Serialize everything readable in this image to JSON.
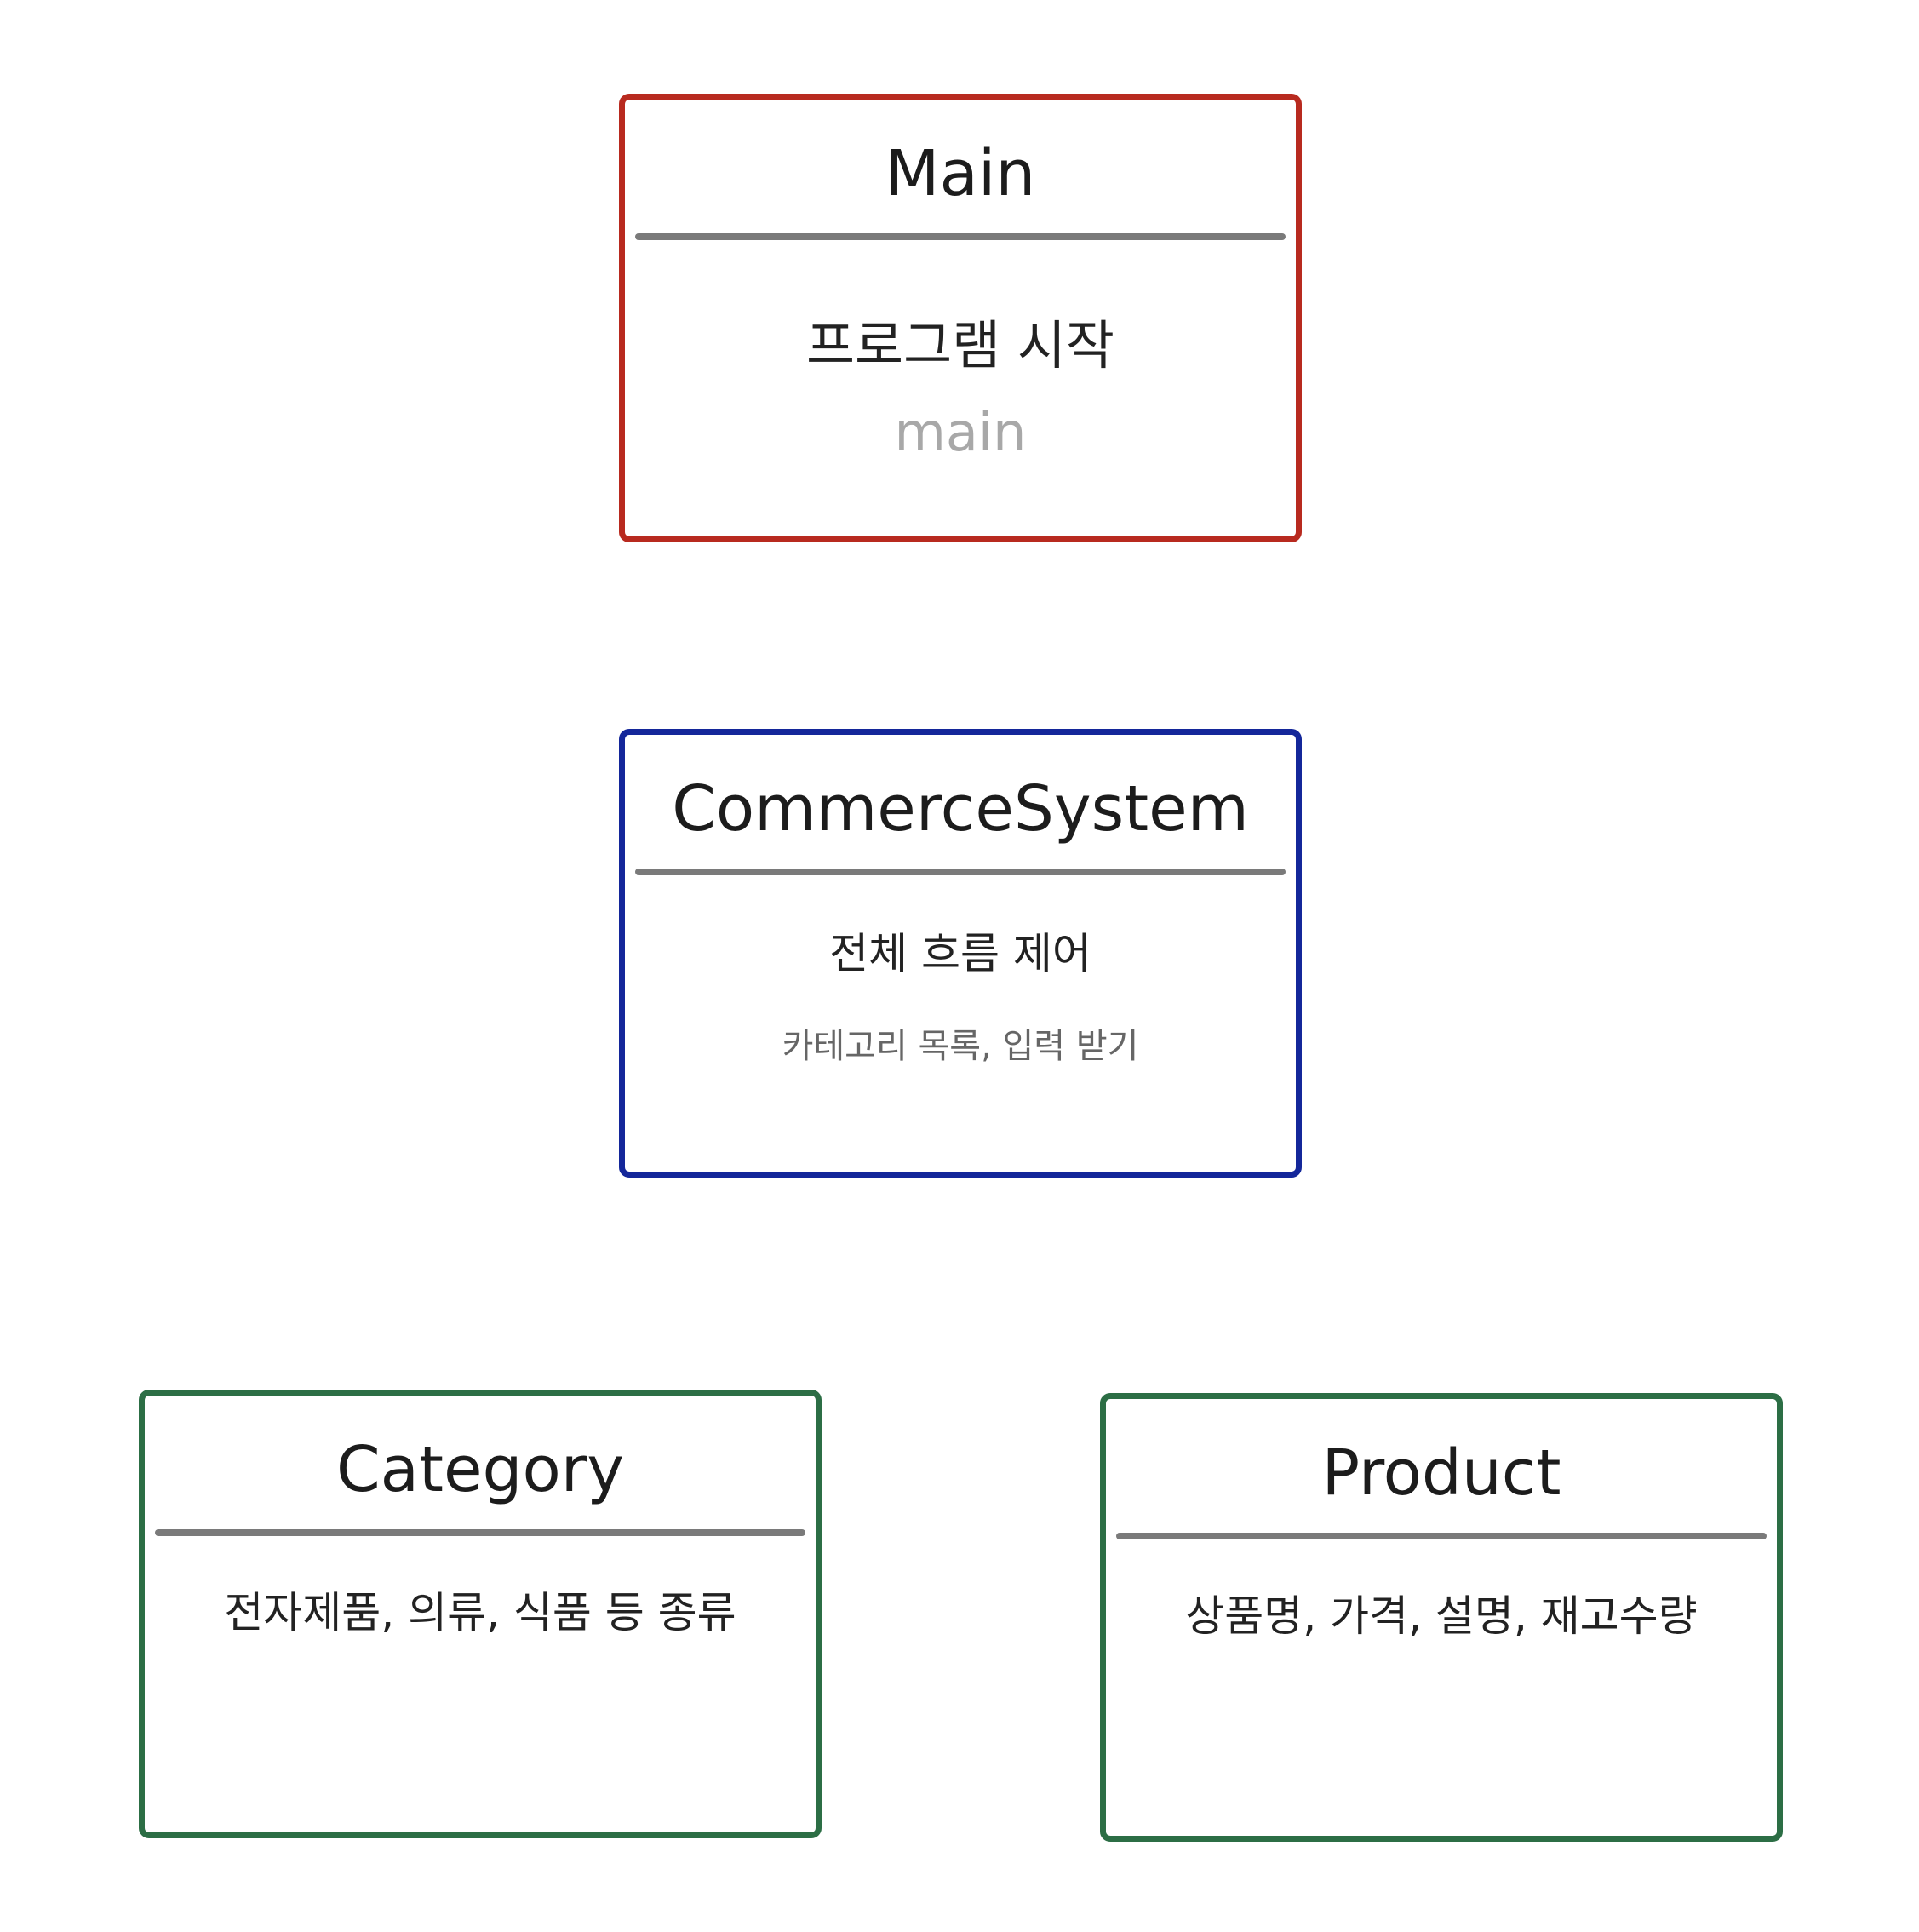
{
  "colors": {
    "main_border": "#b82a1f",
    "commerce_border": "#14279a",
    "category_border": "#2c6e45",
    "product_border": "#2c6e45",
    "divider": "#7a7a7a"
  },
  "boxes": {
    "main": {
      "title": "Main",
      "description": "프로그램 시작",
      "detail": "main"
    },
    "commerce_system": {
      "title": "CommerceSystem",
      "description": "전체 흐름 제어",
      "detail": "카테고리 목록, 입력 받기"
    },
    "category": {
      "title": "Category",
      "description": "전자제품, 의류, 식품 등 종류"
    },
    "product": {
      "title": "Product",
      "description": "상품명, 가격, 설명, 재고수량"
    }
  }
}
